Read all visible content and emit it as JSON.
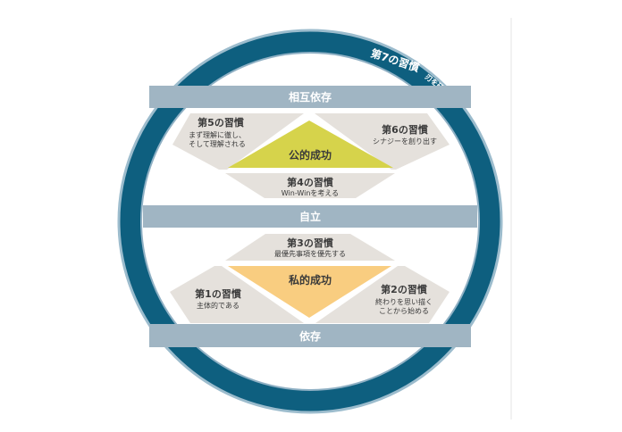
{
  "ring": {
    "title": "第7の習慣",
    "subtitle": "刃を研ぐ"
  },
  "bands": {
    "interdependence": "相互依存",
    "independence": "自立",
    "dependence": "依存"
  },
  "public_victory": "公的成功",
  "private_victory": "私的成功",
  "habits": [
    {
      "title": "第1の習慣",
      "lines": [
        "主体的である"
      ]
    },
    {
      "title": "第2の習慣",
      "lines": [
        "終わりを思い描く",
        "ことから始める"
      ]
    },
    {
      "title": "第3の習慣",
      "lines": [
        "最優先事項を優先する"
      ]
    },
    {
      "title": "第4の習慣",
      "lines": [
        "Win-Winを考える"
      ]
    },
    {
      "title": "第5の習慣",
      "lines": [
        "まず理解に徹し、",
        "そして理解される"
      ]
    },
    {
      "title": "第6の習慣",
      "lines": [
        "シナジーを創り出す"
      ]
    }
  ],
  "colors": {
    "ring": "#0e5f7f",
    "band": "#a0b5c3",
    "public": "#d6d34b",
    "private": "#f9cd80",
    "shape": "#e5e1dc"
  }
}
